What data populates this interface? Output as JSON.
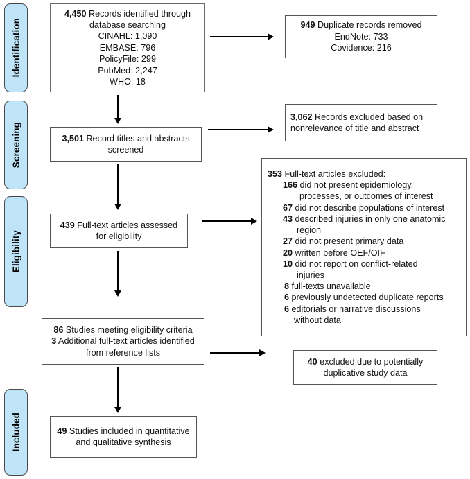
{
  "diagram": {
    "title": "PRISMA study selection flow diagram",
    "accent_color": "#bfe4f8",
    "border_color": "#6a6a6a",
    "line_color": "#000000"
  },
  "stages": [
    {
      "label": "Identification"
    },
    {
      "label": "Screening"
    },
    {
      "label": "Eligibility"
    },
    {
      "label": "Included"
    }
  ],
  "boxes": {
    "identified": {
      "lines": [
        {
          "count": "4,450",
          "text": " Records identified through"
        },
        {
          "count": "",
          "text": "database searching"
        },
        {
          "count": "",
          "text": "CINAHL: 1,090"
        },
        {
          "count": "",
          "text": "EMBASE: 796"
        },
        {
          "count": "",
          "text": "PolicyFile: 299"
        },
        {
          "count": "",
          "text": "PubMed: 2,247"
        },
        {
          "count": "",
          "text": "WHO: 18"
        }
      ]
    },
    "duplicates": {
      "lines": [
        {
          "count": "949",
          "text": " Duplicate records removed"
        },
        {
          "count": "",
          "text": "EndNote: 733"
        },
        {
          "count": "",
          "text": "Covidence: 216"
        }
      ]
    },
    "screened": {
      "lines": [
        {
          "count": "3,501",
          "text": " Record titles and abstracts"
        },
        {
          "count": "",
          "text": "screened"
        }
      ]
    },
    "excluded_title_abstract": {
      "lines": [
        {
          "count": "3,062",
          "text": " Records excluded based on"
        },
        {
          "count": "",
          "text": "nonrelevance of title and abstract"
        }
      ]
    },
    "assessed": {
      "lines": [
        {
          "count": "439",
          "text": " Full-text articles assessed"
        },
        {
          "count": "",
          "text": "for eligibility"
        }
      ]
    },
    "fulltext_excluded": {
      "header_count": "353",
      "header_text": " Full-text articles excluded:",
      "items": [
        {
          "count": "166",
          "text": " did not present epidemiology,",
          "cont": "processes, or outcomes of interest"
        },
        {
          "count": "67",
          "text": " did not describe populations of interest",
          "cont": ""
        },
        {
          "count": "43",
          "text": " described injuries in only one anatomic",
          "cont": "region"
        },
        {
          "count": "27",
          "text": " did not present primary data",
          "cont": ""
        },
        {
          "count": "20",
          "text": " written before OEF/OIF",
          "cont": ""
        },
        {
          "count": "10",
          "text": " did not report on conflict-related",
          "cont": "injuries"
        },
        {
          "count": "8",
          "text": " full-texts unavailable",
          "cont": ""
        },
        {
          "count": "6",
          "text": " previously undetected duplicate reports",
          "cont": ""
        },
        {
          "count": "6",
          "text": " editorials or narrative discussions",
          "cont": "without data"
        }
      ]
    },
    "meeting_criteria": {
      "lines": [
        {
          "count": "86",
          "text": " Studies meeting eligibility criteria"
        },
        {
          "count": "3",
          "text": " Additional full-text articles identified"
        },
        {
          "count": "",
          "text": "from reference lists"
        }
      ]
    },
    "duplicative_excluded": {
      "lines": [
        {
          "count": "40",
          "text": " excluded due to potentially"
        },
        {
          "count": "",
          "text": "duplicative study data"
        }
      ]
    },
    "included": {
      "lines": [
        {
          "count": "49",
          "text": " Studies included in quantitative"
        },
        {
          "count": "",
          "text": "and qualitative synthesis"
        }
      ]
    }
  }
}
